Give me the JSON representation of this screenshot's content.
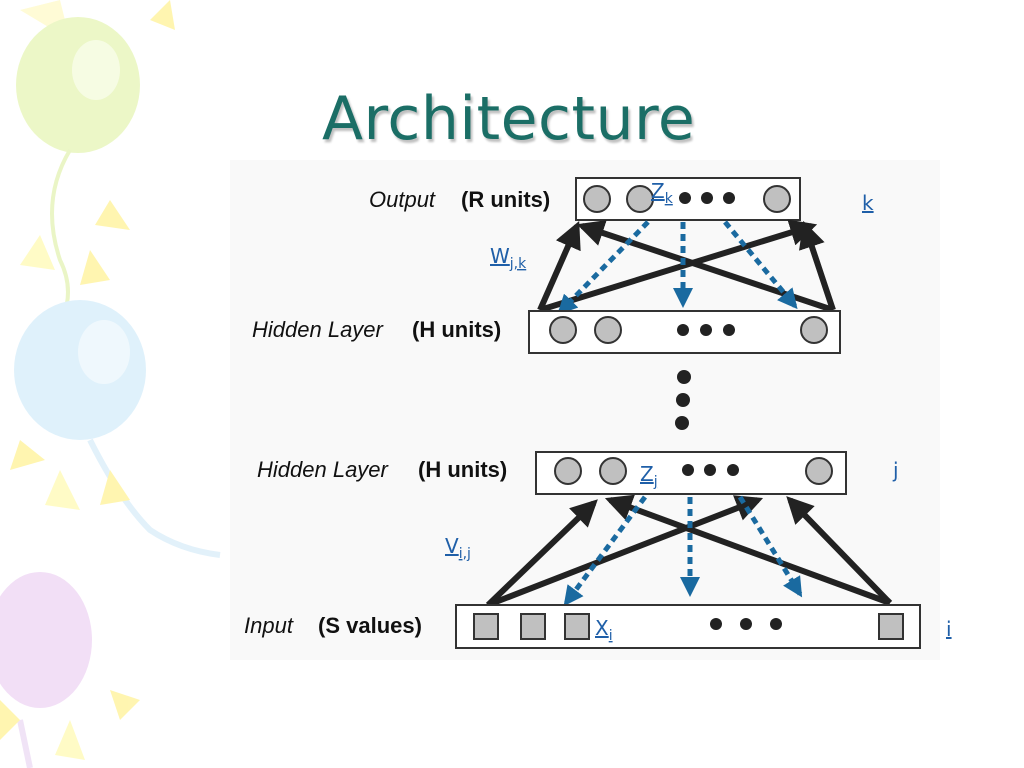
{
  "title": "Architecture",
  "layers": {
    "output": {
      "name": "Output",
      "units": "(R units)",
      "unit_symbol": "Z",
      "unit_sub": "k",
      "index": "k"
    },
    "hidden_top": {
      "name": "Hidden Layer",
      "units": "(H units)"
    },
    "hidden_bottom": {
      "name": "Hidden Layer",
      "units": "(H units)",
      "unit_symbol": "Z",
      "unit_sub": "j",
      "index": "j"
    },
    "input": {
      "name": "Input",
      "units": "(S values)",
      "unit_symbol": "X",
      "unit_sub": "i",
      "index": "i"
    }
  },
  "weights": {
    "top": {
      "symbol": "W",
      "sub": "j,k"
    },
    "bottom": {
      "symbol": "V",
      "sub": "i,j"
    }
  },
  "colors": {
    "title": "#1b6e66",
    "link": "#1f5fa8",
    "dashed_arrow": "#1a6aa0",
    "solid_arrow": "#222222",
    "node_fill": "#c0c0c0"
  }
}
